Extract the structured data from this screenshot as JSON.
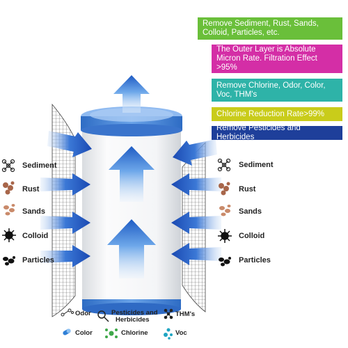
{
  "info_boxes": [
    {
      "text": "Remove Sediment, Rust, Sands, Colloid, Particles, etc.",
      "color": "#6abf3a"
    },
    {
      "text": "The Outer Layer is Absolute Micron Rate.  Filtration Effect >95%",
      "color": "#d42ea6"
    },
    {
      "text": "Remove Chlorine, Odor, Color, Voc, THM's",
      "color": "#2eb3a8"
    },
    {
      "text": "Chlorine Reduction Rate>99%",
      "color": "#c9cc1a"
    },
    {
      "text": "Remove Pesticides and Herbicides",
      "color": "#1e3f9a"
    }
  ],
  "left_contaminants": [
    "Sediment",
    "Rust",
    "Sands",
    "Colloid",
    "Particles"
  ],
  "right_contaminants": [
    "Sediment",
    "Rust",
    "Sands",
    "Colloid",
    "Particles"
  ],
  "bottom_items": {
    "odor": "Odor",
    "pesticides_line1": "Pesticides and",
    "pesticides_line2": "Herbicides",
    "thms": "THM's",
    "color": "Color",
    "chlorine": "Chlorine",
    "voc": "Voc"
  },
  "colors": {
    "arrow": "#1f5cc4",
    "arrow_light": "#7fb6ef",
    "cap": "#4a86d6",
    "filter": "#f3f4f6"
  }
}
